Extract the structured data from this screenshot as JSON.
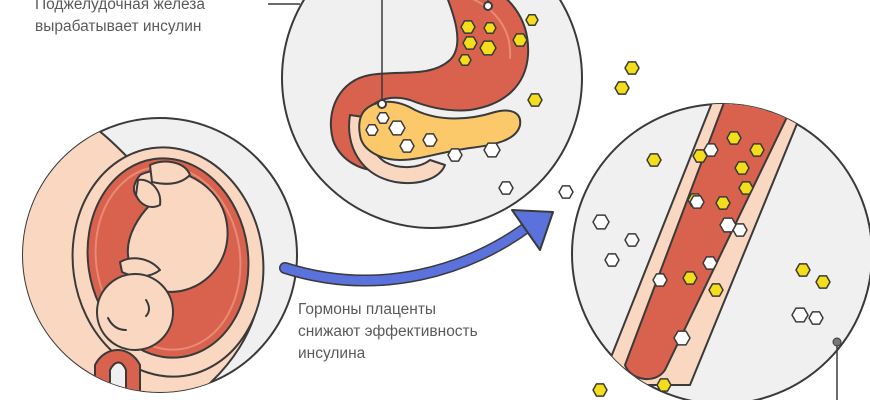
{
  "labels": {
    "pancreas": [
      "Поджелудочная железа",
      "вырабатывает инсулин"
    ],
    "placenta": [
      "Гормоны плаценты",
      "снижают эффективность",
      "инсулина"
    ]
  },
  "colors": {
    "outline": "#3a3a3a",
    "circle_bg": "#f0f0f0",
    "skin": "#f9d7c0",
    "tissue_red": "#d9624f",
    "pancreas_yellow": "#fbc96a",
    "insulin_yellow": "#f4dd1a",
    "glucose_white": "#ffffff",
    "arrow_blue": "#5b72dc",
    "text_gray": "#5a5a5a"
  },
  "icons": [
    "pancreas",
    "fetus-in-womb",
    "blood-vessel",
    "insulin-hexagon",
    "glucose-hexagon",
    "arrow"
  ]
}
